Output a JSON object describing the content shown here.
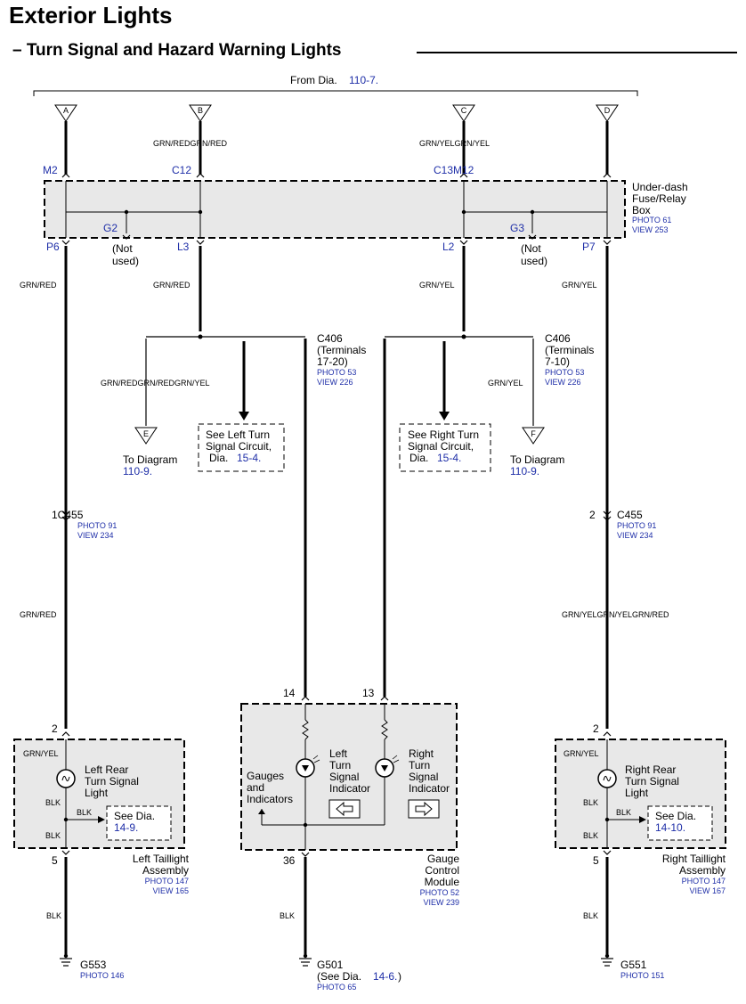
{
  "header": {
    "title": "Exterior Lights",
    "subtitle": "– Turn Signal and Hazard Warning Lights"
  },
  "diagram": {
    "from_prefix": "From Dia.",
    "from_ref": "110-7.",
    "connectors": {
      "a": "A",
      "b": "B",
      "c": "C",
      "d": "D",
      "e": "E",
      "f": "F"
    },
    "wires": {
      "b_top": "GRN/REDGRN/RED",
      "c_top": "GRN/YELGRN/YEL",
      "left_main": "GRN/RED",
      "b_mid": "GRN/RED",
      "c_mid": "GRN/YEL",
      "right_main": "GRN/YEL",
      "left_branch": "GRN/REDGRN/REDGRN/YEL",
      "f_branch": "GRN/YEL",
      "left_lower": "GRN/RED",
      "right_lower": "GRN/YELGRN/YELGRN/RED",
      "blk": "BLK"
    },
    "fuse_box": {
      "pins": {
        "m2": "M2",
        "c12": "C12",
        "c13m12": "C13M12",
        "p6": "P6",
        "l3": "L3",
        "g2": "G2",
        "l2": "L2",
        "g3": "G3",
        "p7": "P7"
      },
      "not_used_1": "(Not",
      "not_used_2": "used)",
      "name_1": "Under-dash",
      "name_2": "Fuse/Relay",
      "name_3": "Box",
      "photo": "PHOTO 61",
      "view": "VIEW 253"
    },
    "c406_left": {
      "name": "C406",
      "line_2": "(Terminals",
      "line_3": "17-20)",
      "photo": "PHOTO 53",
      "view": "VIEW 226"
    },
    "c406_right": {
      "name": "C406",
      "line_2": "(Terminals",
      "line_3": "7-10)",
      "photo": "PHOTO 53",
      "view": "VIEW 226"
    },
    "to_diagram_e": {
      "text": "To Diagram",
      "ref": "110-9."
    },
    "to_diagram_f": {
      "text": "To Diagram",
      "ref": "110-9."
    },
    "see_left": {
      "line_1": "See Left Turn",
      "line_2": "Signal Circuit,",
      "prefix": "Dia.",
      "ref": "15-4."
    },
    "see_right": {
      "line_1": "See Right Turn",
      "line_2": "Signal Circuit,",
      "prefix": "Dia.",
      "ref": "15-4."
    },
    "c455_left": {
      "label": "1C455",
      "photo": "PHOTO 91",
      "view": "VIEW 234"
    },
    "c455_right": {
      "pin": "2",
      "name": "C455",
      "photo": "PHOTO 91",
      "view": "VIEW 234"
    },
    "left_taillight": {
      "pin_top": "2",
      "pin_bottom": "5",
      "wire_top": "GRN/YEL",
      "wire_mid_1": "BLK",
      "wire_mid_2": "BLK",
      "wire_mid_3": "BLK",
      "lamp_1": "Left Rear",
      "lamp_2": "Turn Signal",
      "lamp_3": "Light",
      "see_prefix": "See Dia.",
      "see_ref": "14-9.",
      "name_1": "Left Taillight",
      "name_2": "Assembly",
      "photo": "PHOTO 147",
      "view": "VIEW 165"
    },
    "right_taillight": {
      "pin_top": "2",
      "pin_bottom": "5",
      "wire_top": "GRN/YEL",
      "wire_mid_1": "BLK",
      "wire_mid_2": "BLK",
      "wire_mid_3": "BLK",
      "lamp_1": "Right Rear",
      "lamp_2": "Turn Signal",
      "lamp_3": "Light",
      "see_prefix": "See Dia.",
      "see_ref": "14-10.",
      "name_1": "Right Taillight",
      "name_2": "Assembly",
      "photo": "PHOTO 147",
      "view": "VIEW 167"
    },
    "gauge": {
      "pin_14": "14",
      "pin_13": "13",
      "pin_36": "36",
      "gauges_1": "Gauges",
      "gauges_2": "and",
      "gauges_3": "Indicators",
      "left_1": "Left",
      "left_2": "Turn",
      "left_3": "Signal",
      "left_4": "Indicator",
      "right_1": "Right",
      "right_2": "Turn",
      "right_3": "Signal",
      "right_4": "Indicator",
      "name_1": "Gauge",
      "name_2": "Control",
      "name_3": "Module",
      "photo": "PHOTO 52",
      "view": "VIEW 239"
    },
    "grounds": {
      "g553": {
        "name": "G553",
        "photo": "PHOTO 146"
      },
      "g501": {
        "name": "G501",
        "see_prefix": "(See Dia.",
        "see_ref": "14-6.",
        "see_suffix": ")",
        "photo": "PHOTO 65"
      },
      "g551": {
        "name": "G551",
        "photo": "PHOTO 151"
      }
    }
  }
}
